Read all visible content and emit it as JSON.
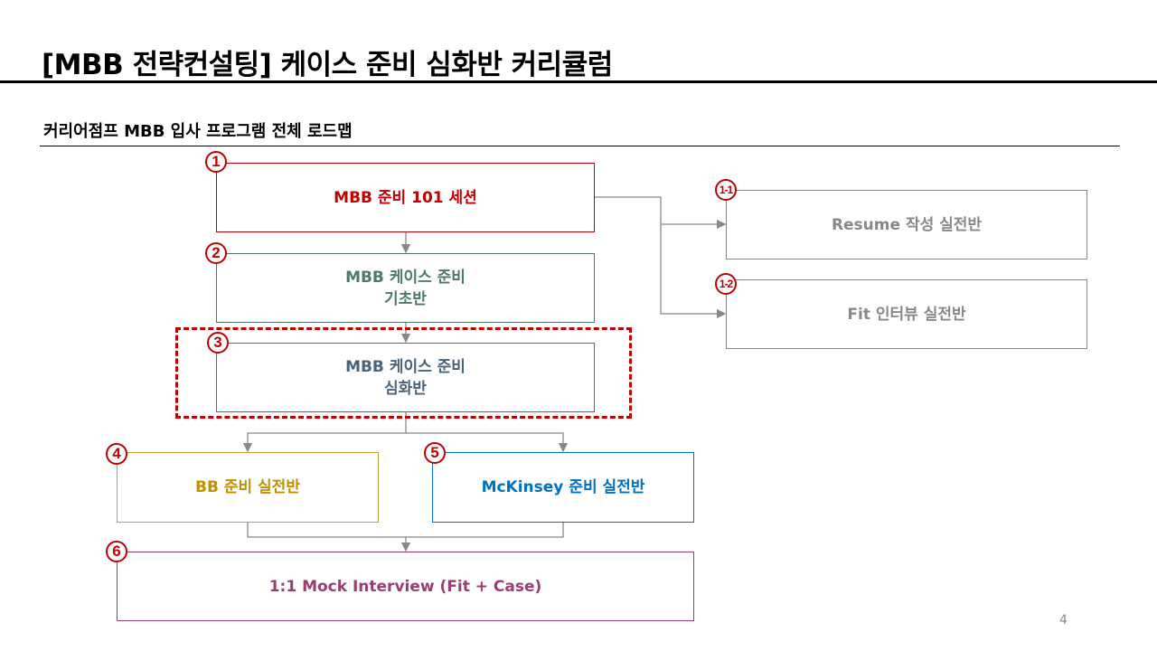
{
  "header": {
    "title": "[MBB 전략컨설팅] 케이스 준비 심화반 커리큘럼",
    "subtitle": "커리어점프 MBB 입사 프로그램 전체 로드맵"
  },
  "steps": [
    {
      "badge": "1",
      "lines": [
        "MBB 준비 101 세션"
      ],
      "color": "#c00000"
    },
    {
      "badge": "2",
      "lines": [
        "MBB 케이스 준비",
        "기초반"
      ],
      "color": "#4d7a66"
    },
    {
      "badge": "3",
      "lines": [
        "MBB 케이스 준비",
        "심화반"
      ],
      "color": "#48637c",
      "highlighted": true
    },
    {
      "badge": "4",
      "lines": [
        "BB 준비 실전반"
      ],
      "color": "#c09000"
    },
    {
      "badge": "5",
      "lines": [
        "McKinsey 준비 실전반"
      ],
      "color": "#0070c0"
    },
    {
      "badge": "6",
      "lines": [
        "1:1 Mock Interview (Fit + Case)"
      ],
      "color": "#9b3d70"
    },
    {
      "badge": "1-1",
      "lines": [
        "Resume 작성 실전반"
      ],
      "color": "#888888"
    },
    {
      "badge": "1-2",
      "lines": [
        "Fit 인터뷰 실전반"
      ],
      "color": "#888888"
    }
  ],
  "page_number": "4"
}
